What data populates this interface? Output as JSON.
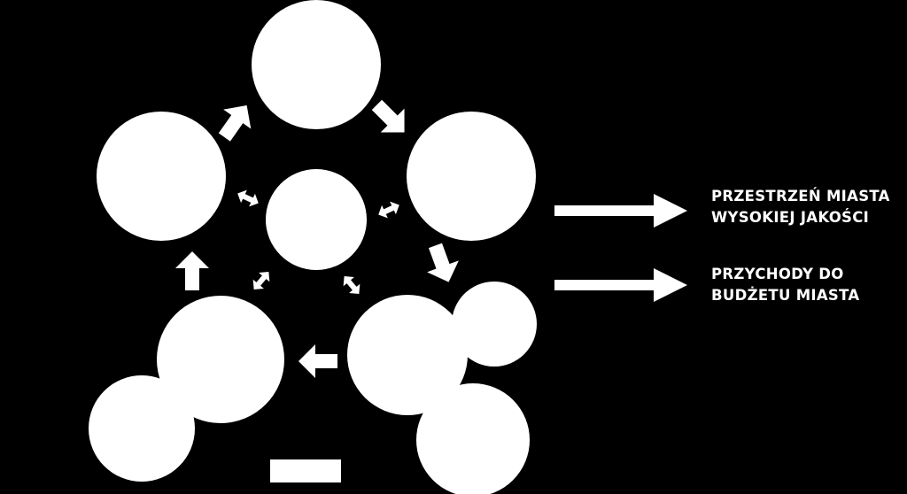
{
  "diagram": {
    "colors": {
      "background": "#000000",
      "foreground": "#ffffff"
    },
    "outputs": [
      {
        "lines": [
          "PRZESTRZEŃ MIASTA",
          "WYSOKIEJ JAKOŚCI"
        ]
      },
      {
        "lines": [
          "PRZYCHODY DO",
          "BUDŻETU MIASTA"
        ]
      }
    ]
  }
}
